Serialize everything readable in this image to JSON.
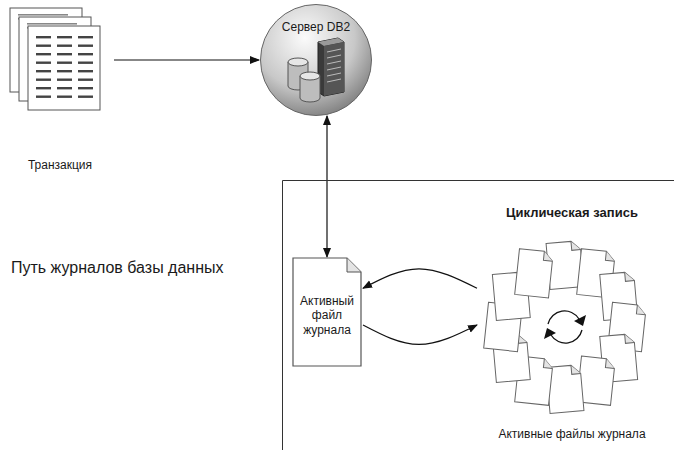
{
  "diagram": {
    "nodes": [
      {
        "text": [
          "Транзакция"
        ]
      },
      {
        "text": [
          "Сервер DB2"
        ]
      },
      {
        "text": [
          "Путь журналов базы данных"
        ]
      },
      {
        "text": [
          "Активный файл журнала"
        ],
        "in": 2
      },
      {
        "text": [
          "Циклическая запись",
          "Активные файлы журнала"
        ],
        "in": 2
      }
    ],
    "edges": [
      {
        "from": 0,
        "to": 1,
        "arrow": "to"
      },
      {
        "from": 1,
        "to": 3,
        "arrow": "both"
      },
      {
        "from": 4,
        "to": 3,
        "arrow": "to"
      },
      {
        "from": 3,
        "to": 4,
        "arrow": "to"
      }
    ]
  }
}
